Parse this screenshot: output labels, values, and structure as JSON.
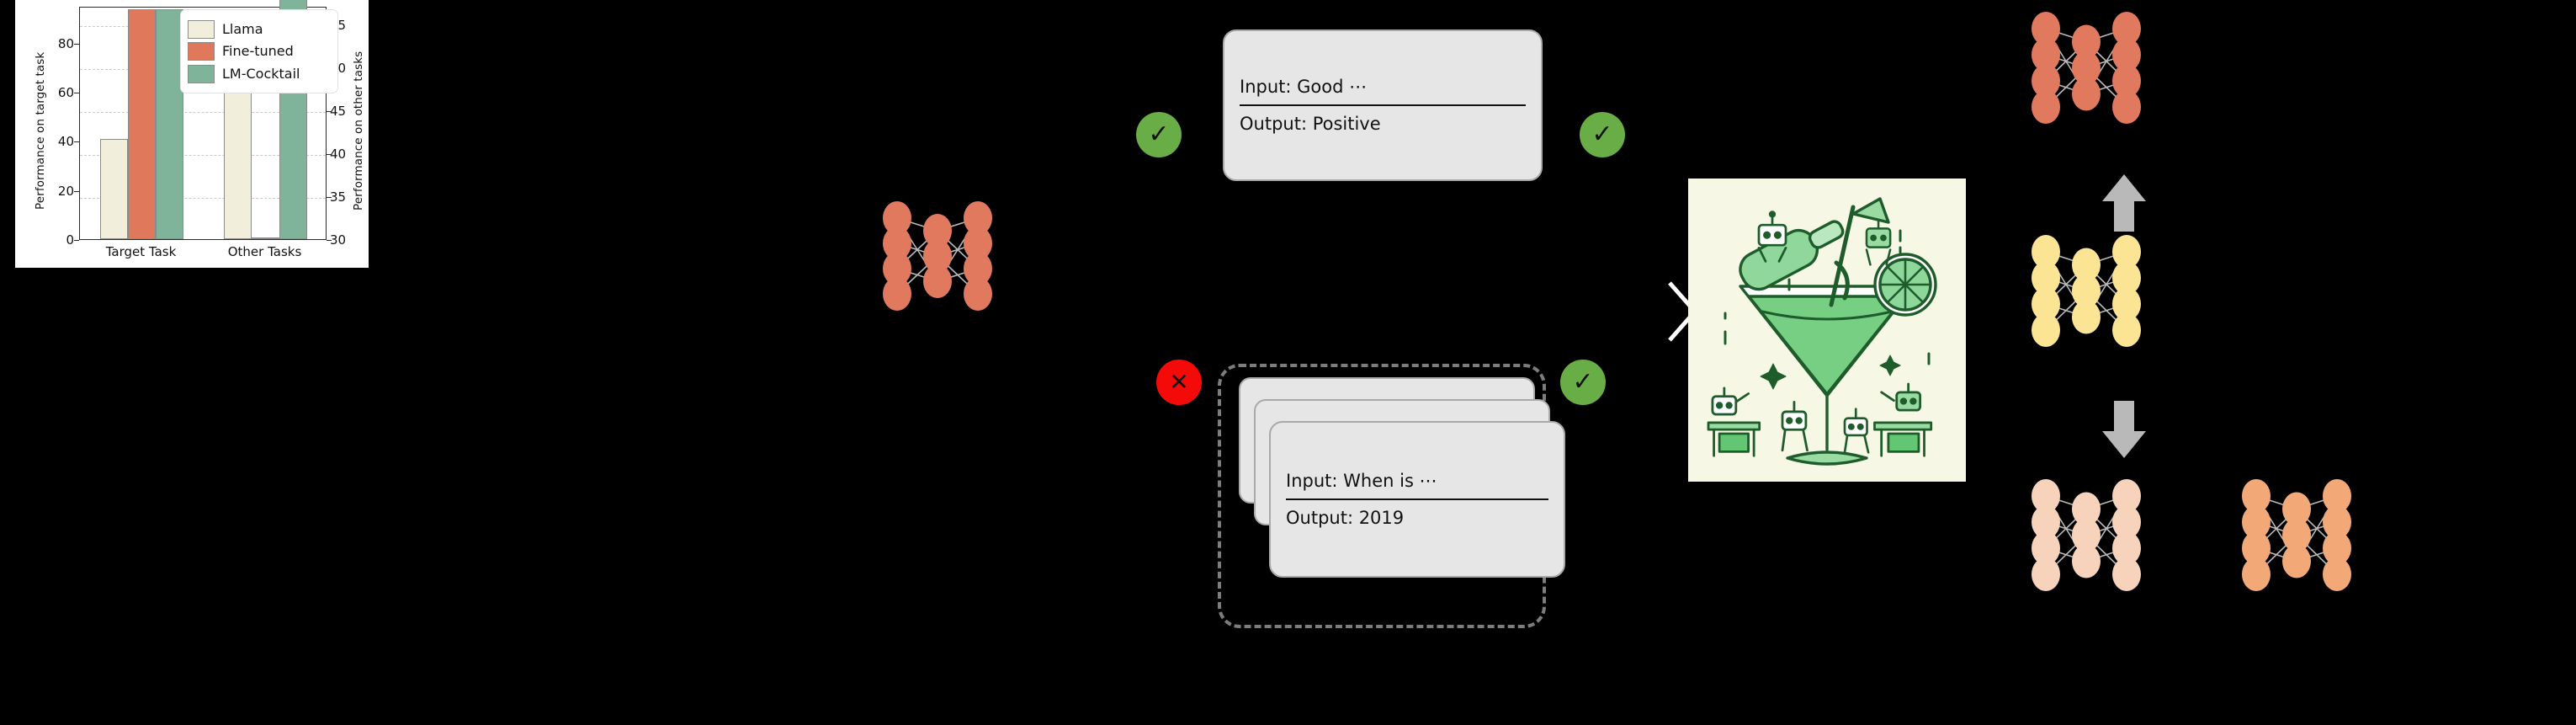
{
  "chart_data": {
    "type": "bar",
    "title": "",
    "categories": [
      "Target Task",
      "Other Tasks"
    ],
    "series": [
      {
        "name": "Llama",
        "color": "#f1efdc",
        "axis": "left",
        "values": [
          40.8,
          56.8
        ]
      },
      {
        "name": "Fine-tuned",
        "color": "#e0785c",
        "axis": "left",
        "values": [
          93.5,
          29.2
        ]
      },
      {
        "name": "LM-Cocktail",
        "color": "#7fb49b",
        "axis": "left",
        "values": [
          93.5,
          61.8
        ]
      }
    ],
    "left_axis": {
      "label": "Performance on target task",
      "ticks": [
        0,
        20,
        40,
        60,
        80
      ],
      "ylim": [
        0,
        95
      ]
    },
    "right_axis": {
      "label": "Performance on other tasks",
      "ticks": [
        30,
        35,
        40,
        45,
        50,
        55
      ],
      "ylim": [
        30,
        57.2
      ]
    },
    "gridlines": [
      35,
      40,
      45,
      50,
      55
    ],
    "legend": {
      "position": "upper-right",
      "entries": [
        "Llama",
        "Fine-tuned",
        "LM-Cocktail"
      ]
    },
    "xlabel": "",
    "grid": true
  },
  "diagram": {
    "base_model": {
      "name": "base-neural-network",
      "node_color": "#e0795d",
      "layers": [
        4,
        3,
        4
      ]
    },
    "positive_card": {
      "input_line": "Input: Good ⋯",
      "output_line": "Output: Positive",
      "left_badge": "check-mark",
      "right_badge": "check-mark",
      "left_badge_symbol": "✓",
      "right_badge_symbol": "✓"
    },
    "negative_card": {
      "input_line": "Input: When is ⋯",
      "output_line": "Output: 2019",
      "left_badge": "cross-mark",
      "right_badge": "check-mark",
      "left_badge_symbol": "✕",
      "right_badge_symbol": "✓",
      "stack_count": 3,
      "dashed_group": true
    },
    "cocktail_image": {
      "alt": "lm-cocktail-illustration",
      "background": "#f6f7e4",
      "accent": "#2e6b3a"
    },
    "merge_networks": [
      {
        "name": "fine-tuned-network",
        "node_color": "#e0795d",
        "layers": [
          4,
          3,
          4
        ],
        "position": "top-right"
      },
      {
        "name": "merged-network",
        "node_color": "#fbe493",
        "layers": [
          4,
          3,
          4
        ],
        "position": "mid-right"
      },
      {
        "name": "variant-network-a",
        "node_color": "#f8d3bb",
        "layers": [
          4,
          3,
          4
        ],
        "position": "bottom-left"
      },
      {
        "name": "variant-network-b",
        "node_color": "#f3a878",
        "layers": [
          4,
          3,
          4
        ],
        "position": "bottom-right"
      }
    ],
    "arrows": [
      {
        "name": "arrow-up",
        "direction": "up",
        "color": "#b9b9b9"
      },
      {
        "name": "arrow-down",
        "direction": "down",
        "color": "#b9b9b9"
      }
    ]
  }
}
